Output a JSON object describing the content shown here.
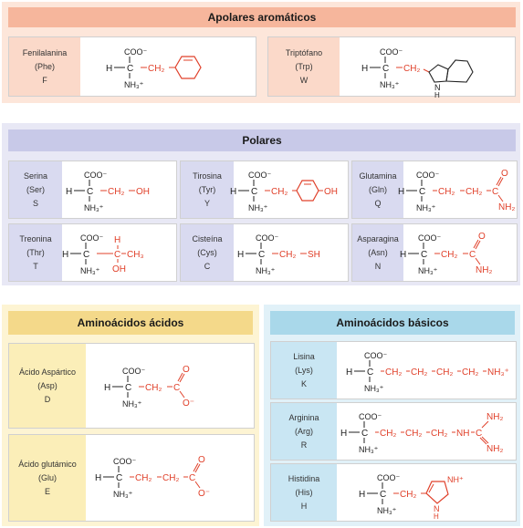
{
  "sections": {
    "aromatic": "Apolares aromáticos",
    "polar": "Polares",
    "acidic": "Aminoácidos ácidos",
    "basic": "Aminoácidos básicos"
  },
  "amino_acids": {
    "phe": {
      "name": "Fenilalanina",
      "abbr": "(Phe)",
      "code": "F"
    },
    "trp": {
      "name": "Triptófano",
      "abbr": "(Trp)",
      "code": "W"
    },
    "ser": {
      "name": "Serina",
      "abbr": "(Ser)",
      "code": "S"
    },
    "tyr": {
      "name": "Tirosina",
      "abbr": "(Tyr)",
      "code": "Y"
    },
    "gln": {
      "name": "Glutamina",
      "abbr": "(Gln)",
      "code": "Q"
    },
    "thr": {
      "name": "Treonina",
      "abbr": "(Thr)",
      "code": "T"
    },
    "cys": {
      "name": "Cisteína",
      "abbr": "(Cys)",
      "code": "C"
    },
    "asn": {
      "name": "Asparagina",
      "abbr": "(Asn)",
      "code": "N"
    },
    "asp": {
      "name": "Ácido Aspártico",
      "abbr": "(Asp)",
      "code": "D"
    },
    "glu": {
      "name": "Ácido glutámico",
      "abbr": "(Glu)",
      "code": "E"
    },
    "lys": {
      "name": "Lisina",
      "abbr": "(Lys)",
      "code": "K"
    },
    "arg": {
      "name": "Arginina",
      "abbr": "(Arg)",
      "code": "R"
    },
    "his": {
      "name": "Histidina",
      "abbr": "(His)",
      "code": "H"
    }
  },
  "chem": {
    "coo": "COO⁻",
    "h": "H",
    "c": "C",
    "nh3": "NH₃⁺",
    "ch2": "CH₂",
    "ch3": "CH₃",
    "oh": "OH",
    "sh": "SH",
    "o": "O",
    "o_minus": "O⁻",
    "nh2": "NH₂",
    "nh": "NH",
    "nh_plus": "NH⁺",
    "n_ring": "N"
  },
  "colors": {
    "side_chain": "#e0402a",
    "aromatic_header": "#f6b69c",
    "aromatic_label": "#fbd9c9",
    "polar_header": "#c8c9e8",
    "polar_label": "#d9daf0",
    "acidic_header": "#f4d98a",
    "acidic_label": "#fbeeb8",
    "basic_header": "#a9d8ea",
    "basic_label": "#c9e6f3"
  }
}
